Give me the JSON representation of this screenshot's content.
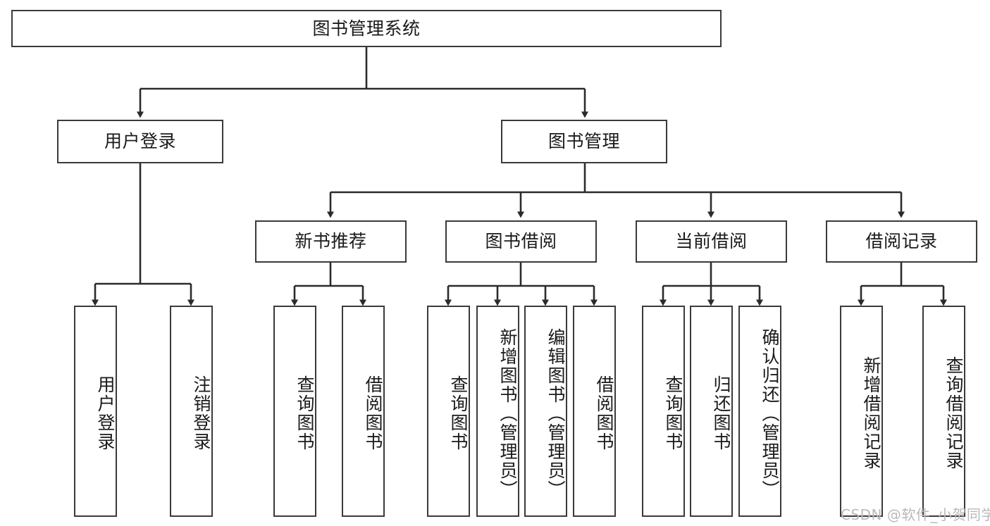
{
  "diagram": {
    "title": "图书管理系统",
    "type": "tree-hierarchy-diagram",
    "colors": {
      "box_border": "#3a3a3a",
      "box_fill": "#ffffff",
      "connector": "#2b2b2b",
      "text": "#1a1a1a",
      "watermark": "#b9b9b9"
    },
    "root": {
      "label": "图书管理系统"
    },
    "level2": [
      {
        "label": "用户登录"
      },
      {
        "label": "图书管理"
      }
    ],
    "level3": [
      {
        "label": "新书推荐"
      },
      {
        "label": "图书借阅"
      },
      {
        "label": "当前借阅"
      },
      {
        "label": "借阅记录"
      }
    ],
    "leaves": {
      "user_login": [
        {
          "label": "用户登录"
        },
        {
          "label": "注销登录"
        }
      ],
      "new_book_recommend": [
        {
          "label": "查询图书"
        },
        {
          "label": "借阅图书"
        }
      ],
      "book_borrow": [
        {
          "label": "查询图书"
        },
        {
          "label": "新增图书（管理员）"
        },
        {
          "label": "编辑图书（管理员）"
        },
        {
          "label": "借阅图书"
        }
      ],
      "current_borrow": [
        {
          "label": "查询图书"
        },
        {
          "label": "归还图书"
        },
        {
          "label": "确认归还（管理员）"
        }
      ],
      "borrow_records": [
        {
          "label": "新增借阅记录"
        },
        {
          "label": "查询借阅记录"
        }
      ]
    }
  },
  "watermark": {
    "text": "CSDN @软件_小贺同学"
  }
}
